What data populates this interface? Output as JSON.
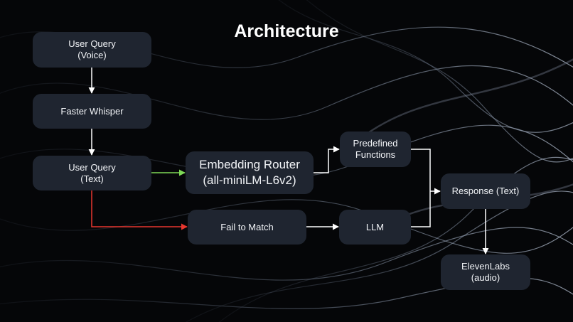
{
  "title": "Architecture",
  "nodes": {
    "user_query_voice": {
      "line1": "User Query",
      "line2": "(Voice)"
    },
    "faster_whisper": {
      "line1": "Faster Whisper"
    },
    "user_query_text": {
      "line1": "User Query",
      "line2": "(Text)"
    },
    "embedding_router": {
      "line1": "Embedding Router",
      "line2": "(all-miniLM-L6v2)"
    },
    "predefined_functions": {
      "line1": "Predefined",
      "line2": "Functions"
    },
    "fail_to_match": {
      "line1": "Fail to Match"
    },
    "llm": {
      "line1": "LLM"
    },
    "response_text": {
      "line1": "Response (Text)"
    },
    "elevenlabs_audio": {
      "line1": "ElevenLabs",
      "line2": "(audio)"
    }
  },
  "colors": {
    "node_fill": "#1f2530",
    "arrow_default": "#ffffff",
    "arrow_match": "#7ed957",
    "arrow_fail": "#e8372f"
  }
}
